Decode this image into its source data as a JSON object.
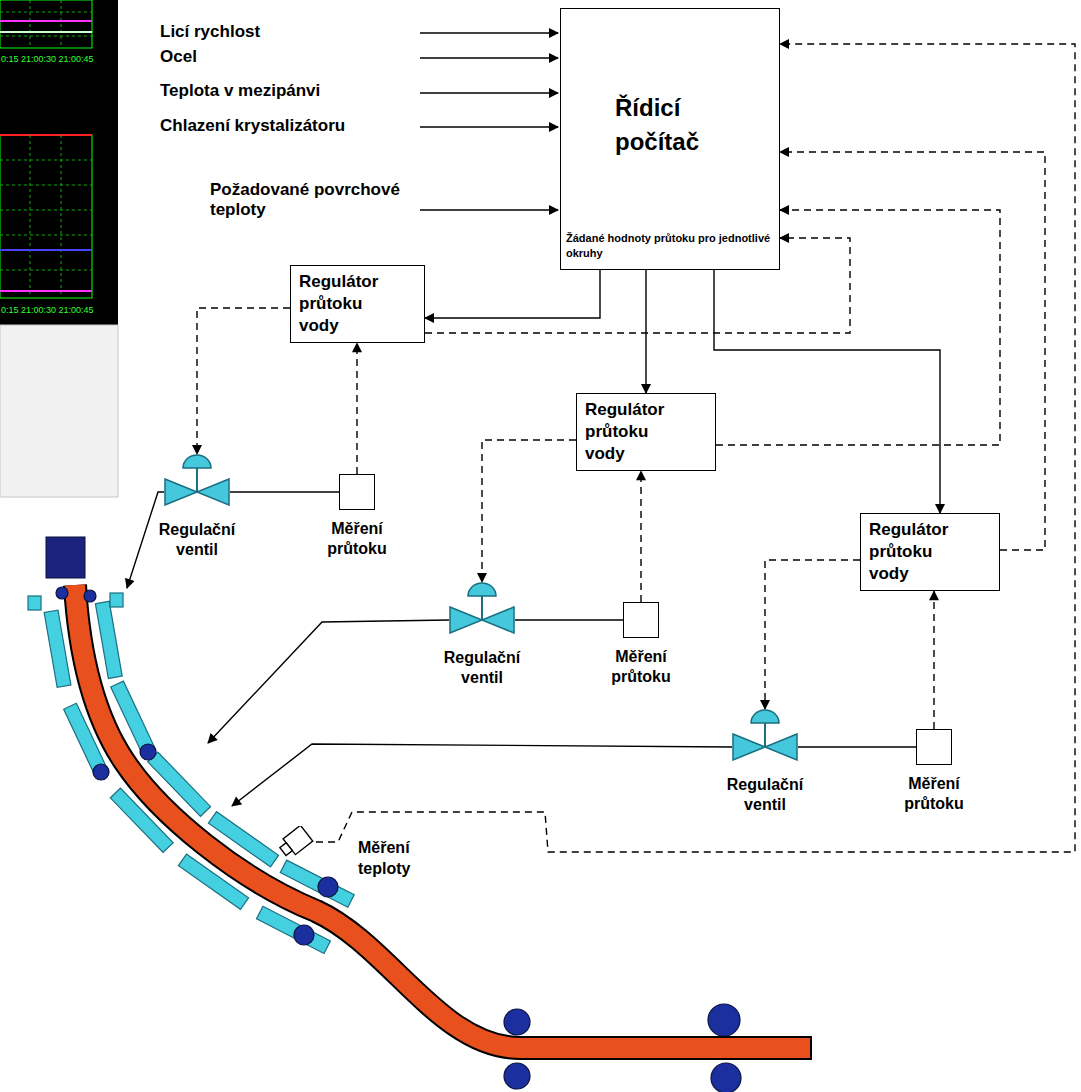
{
  "diagram": {
    "nodes": [
      {
        "text": [
          "Řídicí počítač",
          "Žádané hodnoty průtoku pro jednotlivé okruhy"
        ]
      },
      {
        "text": [
          "Regulátor průtoku vody"
        ]
      },
      {
        "text": [
          "Regulátor průtoku vody"
        ]
      },
      {
        "text": [
          "Regulátor průtoku vody"
        ]
      },
      {
        "text": [
          "Regulační ventil"
        ]
      },
      {
        "text": [
          "Měření průtoku"
        ]
      },
      {
        "text": [
          "Regulační ventil"
        ]
      },
      {
        "text": [
          "Měření průtoku"
        ]
      },
      {
        "text": [
          "Regulační ventil"
        ]
      },
      {
        "text": [
          "Měření průtoku"
        ]
      },
      {
        "text": [
          "Měření teploty"
        ]
      }
    ],
    "edges": [
      {
        "from": 0,
        "to": 1,
        "arrow": "to"
      },
      {
        "from": 0,
        "to": 2,
        "arrow": "to"
      },
      {
        "from": 0,
        "to": 3,
        "arrow": "to"
      },
      {
        "from": 1,
        "to": 0,
        "arrow": "to"
      },
      {
        "from": 2,
        "to": 0,
        "arrow": "to"
      },
      {
        "from": 3,
        "to": 0,
        "arrow": "to"
      },
      {
        "from": 10,
        "to": 0,
        "arrow": "to"
      },
      {
        "from": 1,
        "to": 4,
        "arrow": "to"
      },
      {
        "from": 5,
        "to": 1,
        "arrow": "to"
      },
      {
        "from": 4,
        "to": 5,
        "arrow": "none"
      },
      {
        "from": 2,
        "to": 6,
        "arrow": "to"
      },
      {
        "from": 7,
        "to": 2,
        "arrow": "to"
      },
      {
        "from": 6,
        "to": 7,
        "arrow": "none"
      },
      {
        "from": 3,
        "to": 8,
        "arrow": "to"
      },
      {
        "from": 9,
        "to": 3,
        "arrow": "to"
      },
      {
        "from": 8,
        "to": 9,
        "arrow": "none"
      }
    ],
    "labels": [
      "Licí rychlost",
      "Ocel",
      "Teplota v mezipánvi",
      "Chlazení krystalizátoru",
      "Požadované povrchové teploty",
      "0:15 21:00:30 21:00:45",
      "0:15 21:00:30 21:00:45"
    ]
  }
}
